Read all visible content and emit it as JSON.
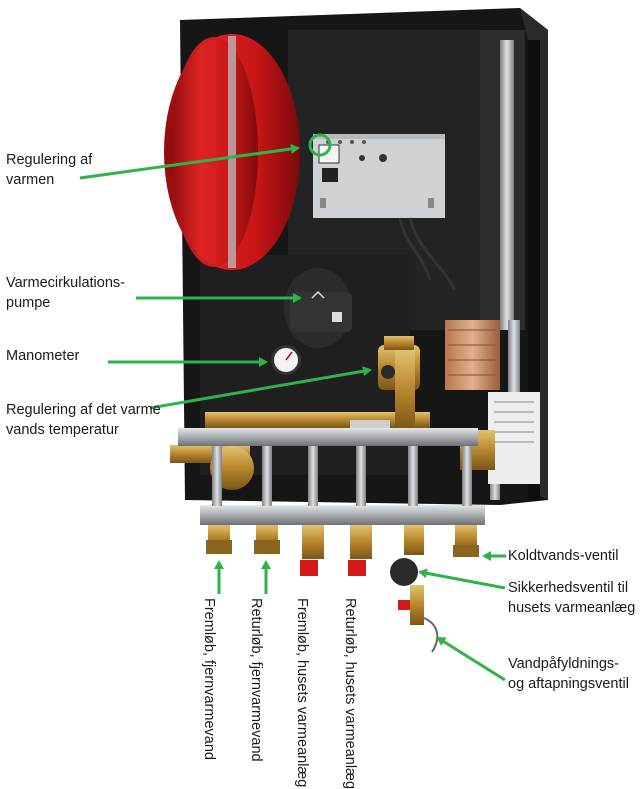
{
  "labels": {
    "regulering_varmen": [
      "Regulering af",
      "varmen"
    ],
    "varmecirkulationspumpe": [
      "Varmecirkulations-",
      "pumpe"
    ],
    "manometer": [
      "Manometer"
    ],
    "regulering_temperatur": [
      "Regulering af det varme",
      "vands temperatur"
    ],
    "koldtvands_ventil": [
      "Koldtvands-ventil"
    ],
    "sikkerhedsventil": [
      "Sikkerhedsventil til",
      "husets varmeanlæg"
    ],
    "vandpaafyldning": [
      "Vandpåfyldnings-",
      "og aftapningsventil"
    ]
  },
  "vertical_labels": {
    "fremloeb_fjernvarme": [
      "Fremløb,",
      "fjernvarmevand"
    ],
    "returloeb_fjernvarme": [
      "Returløb,",
      "fjernvarmevand"
    ],
    "fremloeb_hus": [
      "Fremløb,",
      "husets varmeanlæg"
    ],
    "returloeb_hus": [
      "Returløb,",
      "husets varmeanlæg"
    ]
  },
  "colors": {
    "arrow": "#2fb34a",
    "expansion_tank": "#d21a1a",
    "insulation": "#1e1e1e",
    "brass": "#b98a2e",
    "steel": "#b5b8bb"
  }
}
